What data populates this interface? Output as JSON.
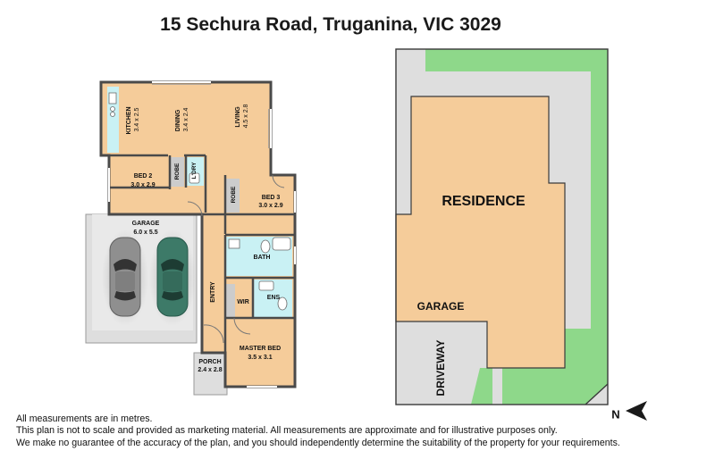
{
  "title": "15 Sechura Road, Truganina, VIC 3029",
  "rooms": {
    "kitchen": {
      "name": "KITCHEN",
      "size": "3.4 x 2.5"
    },
    "dining": {
      "name": "DINING",
      "size": "3.4 x 2.4"
    },
    "living": {
      "name": "LIVING",
      "size": "4.5 x 2.8"
    },
    "bed2": {
      "name": "BED 2",
      "size": "3.0 x 2.9"
    },
    "robe1": {
      "name": "ROBE"
    },
    "ldry": {
      "name": "L'DRY"
    },
    "robe2": {
      "name": "ROBE"
    },
    "bed3": {
      "name": "BED 3",
      "size": "3.0 x 2.9"
    },
    "garage": {
      "name": "GARAGE",
      "size": "6.0 x 5.5"
    },
    "bath": {
      "name": "BATH"
    },
    "entry": {
      "name": "ENTRY"
    },
    "wir": {
      "name": "WIR"
    },
    "ens": {
      "name": "ENS"
    },
    "master": {
      "name": "MASTER BED",
      "size": "3.5 x 3.1"
    },
    "porch": {
      "name": "PORCH",
      "size": "2.4 x 2.8"
    }
  },
  "site": {
    "residence": "RESIDENCE",
    "garage": "GARAGE",
    "driveway": "DRIVEWAY",
    "north": "N"
  },
  "colors": {
    "floor": "#f5cc9a",
    "wet": "#c9f1f4",
    "grass": "#8ed88a",
    "paving": "#dedede",
    "wall": "#4a4a4a"
  },
  "disclaimer": [
    "All measurements are in metres.",
    "This plan is not to scale and provided as marketing material. All measurements are approximate and for illustrative purposes only.",
    "We make no guarantee of the accuracy of the plan, and you should independently determine the suitability of the property for your requirements."
  ]
}
